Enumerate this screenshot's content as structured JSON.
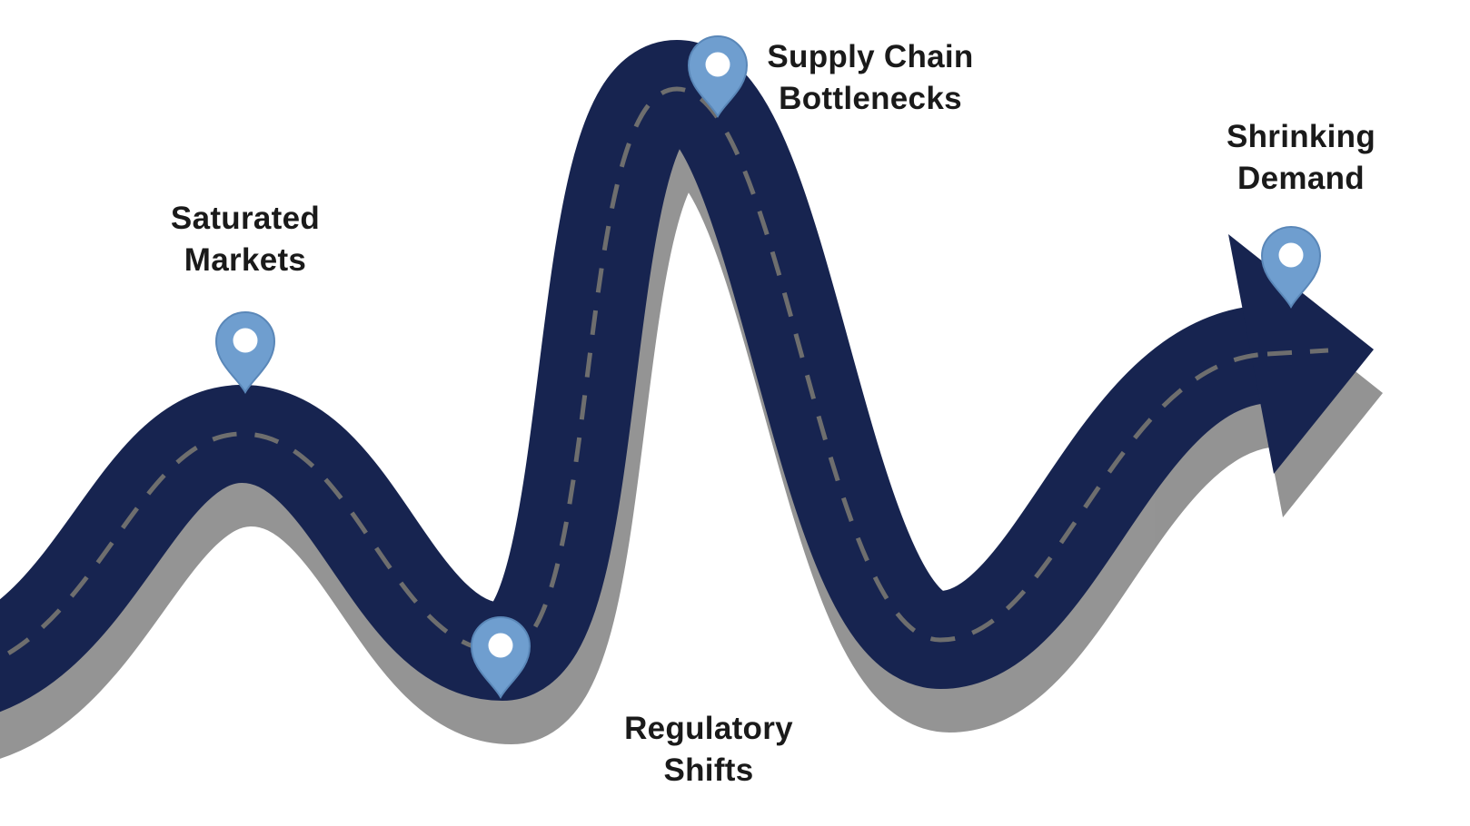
{
  "diagram": {
    "type": "roadmap",
    "description": "Winding road with milestone location pins ending in an arrow",
    "milestones": [
      {
        "id": "saturated-markets",
        "label": "Saturated\nMarkets"
      },
      {
        "id": "supply-chain-bottlenecks",
        "label": "Supply Chain\nBottlenecks"
      },
      {
        "id": "regulatory-shifts",
        "label": "Regulatory\nShifts"
      },
      {
        "id": "shrinking-demand",
        "label": "Shrinking\nDemand"
      }
    ],
    "colors": {
      "road": "#172450",
      "shadow": "#8e8e8e",
      "center_dash": "#6e6e6e",
      "pin": "#6f9ecf",
      "pin_outline": "#5a87b8",
      "pin_hole": "#ffffff",
      "label_text": "#1a1a1a",
      "background": "#ffffff"
    }
  }
}
